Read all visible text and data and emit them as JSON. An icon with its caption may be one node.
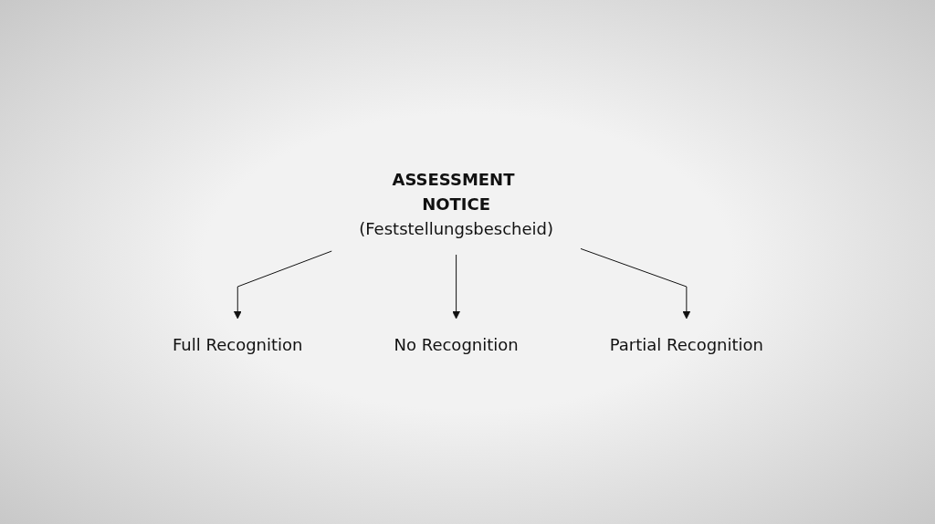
{
  "diagram": {
    "nodes": [
      {
        "text": [
          "ASSESSMENT NOTICE",
          "(Feststellungsbescheid)"
        ]
      },
      {
        "text": [
          "Full Recognition"
        ]
      },
      {
        "text": [
          "No Recognition"
        ]
      },
      {
        "text": [
          "Partial Recognition"
        ]
      }
    ],
    "edges": [
      {
        "from": 0,
        "to": 1,
        "arrow": "to"
      },
      {
        "from": 0,
        "to": 2,
        "arrow": "to"
      },
      {
        "from": 0,
        "to": 3,
        "arrow": "to"
      }
    ]
  }
}
